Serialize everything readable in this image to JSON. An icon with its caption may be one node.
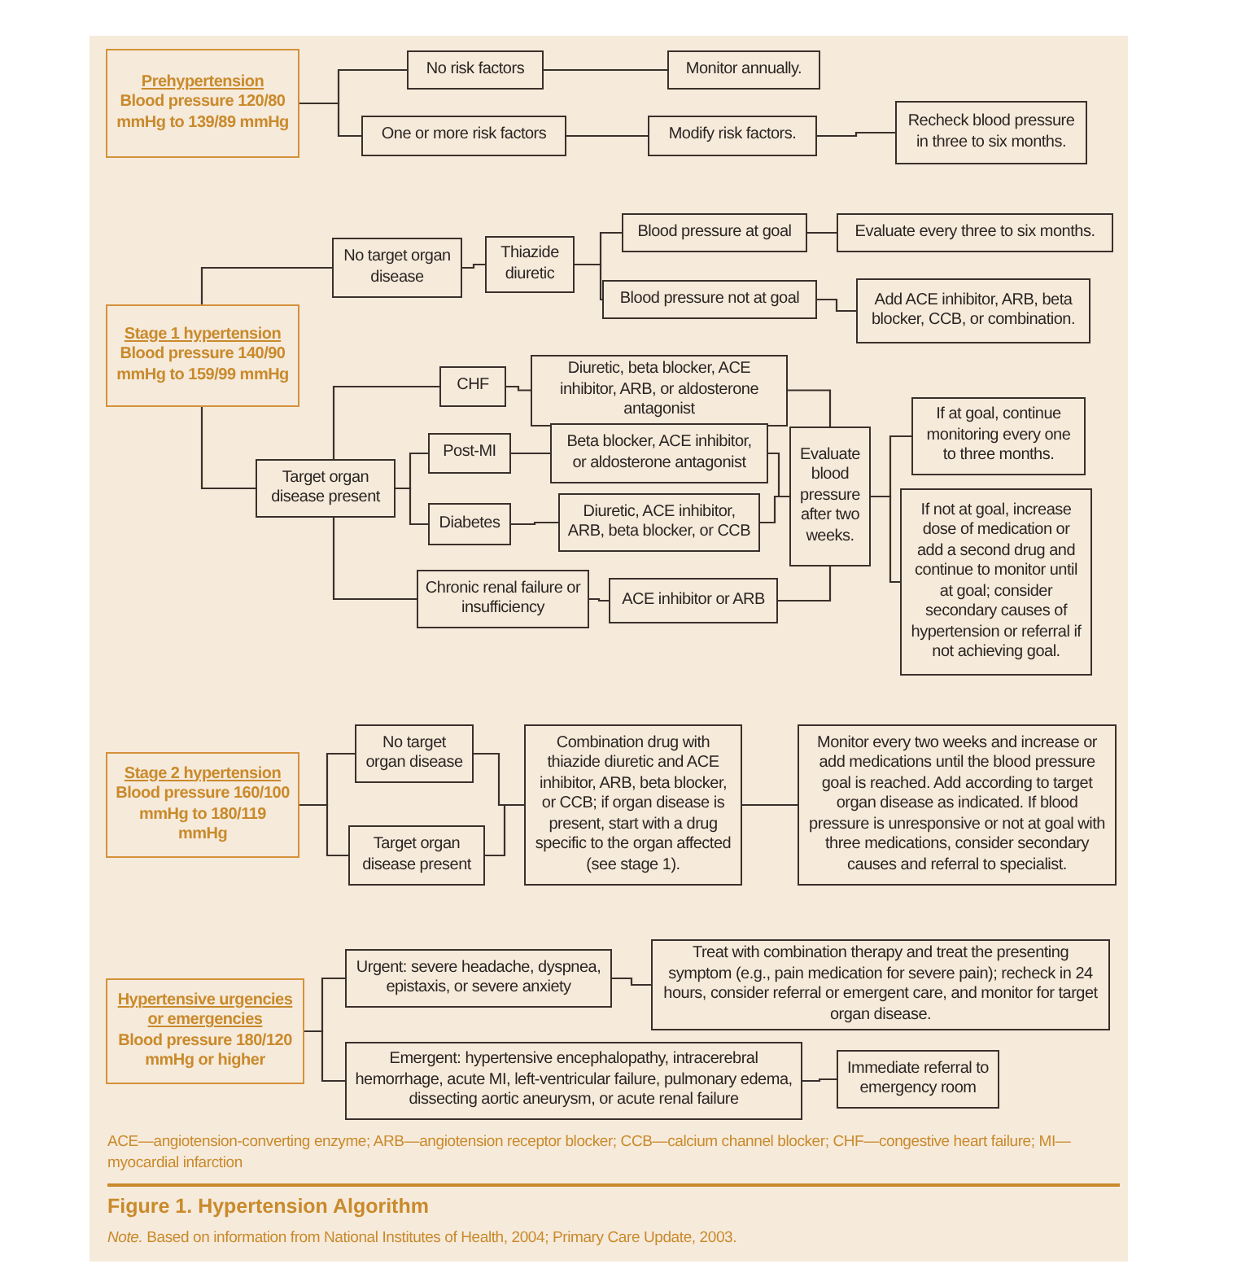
{
  "diagram": {
    "caption": "Figure 1. Hypertension Algorithm",
    "nodes": [
      {
        "text": [
          "Prehypertension",
          "Blood pressure 120/80 mmHg to 139/89 mmHg"
        ]
      },
      {
        "text": [
          "No risk factors"
        ]
      },
      {
        "text": [
          "One or more risk factors"
        ]
      },
      {
        "text": [
          "Monitor annually."
        ]
      },
      {
        "text": [
          "Modify risk factors."
        ]
      },
      {
        "text": [
          "Recheck blood pressure in three to six months."
        ]
      },
      {
        "text": [
          "Stage 1 hypertension",
          "Blood pressure 140/90 mmHg to 159/99 mmHg"
        ]
      },
      {
        "text": [
          "No target organ disease"
        ]
      },
      {
        "text": [
          "Thiazide diuretic"
        ]
      },
      {
        "text": [
          "Blood pressure at goal"
        ]
      },
      {
        "text": [
          "Evaluate every three to six months."
        ]
      },
      {
        "text": [
          "Blood pressure not at goal"
        ]
      },
      {
        "text": [
          "Add ACE inhibitor, ARB, beta blocker, CCB, or combination."
        ]
      },
      {
        "text": [
          "Target organ disease present"
        ]
      },
      {
        "text": [
          "CHF"
        ]
      },
      {
        "text": [
          "Diuretic, beta blocker, ACE inhibitor, ARB, or aldosterone antagonist"
        ]
      },
      {
        "text": [
          "Post-MI"
        ]
      },
      {
        "text": [
          "Beta blocker, ACE inhibitor, or aldosterone antagonist"
        ]
      },
      {
        "text": [
          "Diabetes"
        ]
      },
      {
        "text": [
          "Diuretic, ACE inhibitor, ARB, beta blocker, or CCB"
        ]
      },
      {
        "text": [
          "Chronic renal failure or insufficiency"
        ]
      },
      {
        "text": [
          "ACE inhibitor or ARB"
        ]
      },
      {
        "text": [
          "Evaluate blood pressure after two weeks."
        ]
      },
      {
        "text": [
          "If at goal, continue monitoring every one to three months."
        ]
      },
      {
        "text": [
          "If not at goal, increase dose of medication or add a second drug and continue to monitor until at goal; consider secondary causes of hypertension or referral if not achieving goal."
        ]
      },
      {
        "text": [
          "Stage 2 hypertension",
          "Blood pressure 160/100 mmHg to 180/119 mmHg"
        ]
      },
      {
        "text": [
          "No target organ disease"
        ]
      },
      {
        "text": [
          "Target organ disease present"
        ]
      },
      {
        "text": [
          "Combination drug with thiazide diuretic and ACE inhibitor, ARB, beta blocker, or CCB; if organ disease is present, start with a drug specific to the organ affected (see stage 1)."
        ]
      },
      {
        "text": [
          "Monitor every two weeks and increase or add medications until the blood pressure goal is reached. Add according to target organ disease as indicated. If blood pressure is unresponsive or not at goal with three medications, consider secondary causes and referral to specialist."
        ]
      },
      {
        "text": [
          "Hypertensive urgencies or emergencies",
          "Blood pressure 180/120 mmHg or higher"
        ]
      },
      {
        "text": [
          "Urgent: severe headache, dyspnea, epistaxis, or severe anxiety"
        ]
      },
      {
        "text": [
          "Treat with combination therapy and treat the presenting symptom (e.g., pain medication for severe pain); recheck in 24 hours, consider referral or emergent care, and monitor for target organ disease."
        ]
      },
      {
        "text": [
          "Emergent: hypertensive encephalopathy, intracerebral hemorrhage, acute MI, left-ventricular failure, pulmonary edema, dissecting aortic aneurysm, or acute renal failure"
        ]
      },
      {
        "text": [
          "Immediate referral to emergency room"
        ]
      }
    ],
    "edges": [
      {
        "from": 0,
        "to": 1,
        "arrow": "none"
      },
      {
        "from": 0,
        "to": 2,
        "arrow": "none"
      },
      {
        "from": 1,
        "to": 3,
        "arrow": "none"
      },
      {
        "from": 2,
        "to": 4,
        "arrow": "none"
      },
      {
        "from": 4,
        "to": 5,
        "arrow": "none"
      },
      {
        "from": 6,
        "to": 7,
        "arrow": "none"
      },
      {
        "from": 7,
        "to": 8,
        "arrow": "none"
      },
      {
        "from": 8,
        "to": 9,
        "arrow": "none"
      },
      {
        "from": 8,
        "to": 11,
        "arrow": "none"
      },
      {
        "from": 9,
        "to": 10,
        "arrow": "none"
      },
      {
        "from": 11,
        "to": 12,
        "arrow": "none"
      },
      {
        "from": 6,
        "to": 13,
        "arrow": "none"
      },
      {
        "from": 13,
        "to": 14,
        "arrow": "none"
      },
      {
        "from": 13,
        "to": 16,
        "arrow": "none"
      },
      {
        "from": 13,
        "to": 18,
        "arrow": "none"
      },
      {
        "from": 13,
        "to": 20,
        "arrow": "none"
      },
      {
        "from": 14,
        "to": 15,
        "arrow": "none"
      },
      {
        "from": 16,
        "to": 17,
        "arrow": "none"
      },
      {
        "from": 18,
        "to": 19,
        "arrow": "none"
      },
      {
        "from": 20,
        "to": 21,
        "arrow": "none"
      },
      {
        "from": 15,
        "to": 22,
        "arrow": "none"
      },
      {
        "from": 17,
        "to": 22,
        "arrow": "none"
      },
      {
        "from": 19,
        "to": 22,
        "arrow": "none"
      },
      {
        "from": 21,
        "to": 22,
        "arrow": "none"
      },
      {
        "from": 22,
        "to": 23,
        "arrow": "none"
      },
      {
        "from": 22,
        "to": 24,
        "arrow": "none"
      },
      {
        "from": 25,
        "to": 26,
        "arrow": "none"
      },
      {
        "from": 25,
        "to": 27,
        "arrow": "none"
      },
      {
        "from": 26,
        "to": 28,
        "arrow": "none"
      },
      {
        "from": 27,
        "to": 28,
        "arrow": "none"
      },
      {
        "from": 28,
        "to": 29,
        "arrow": "none"
      },
      {
        "from": 30,
        "to": 31,
        "arrow": "none"
      },
      {
        "from": 30,
        "to": 33,
        "arrow": "none"
      },
      {
        "from": 31,
        "to": 32,
        "arrow": "none"
      },
      {
        "from": 33,
        "to": 34,
        "arrow": "none"
      }
    ],
    "labels": [
      "ACE—angiotension-converting enzyme; ARB—angiotension receptor blocker; CCB—calcium channel blocker; CHF—congestive heart failure; MI—myocardial infarction",
      "*Note.* Based on information from National Institutes of Health, 2004; Primary Care Update, 2003."
    ]
  }
}
